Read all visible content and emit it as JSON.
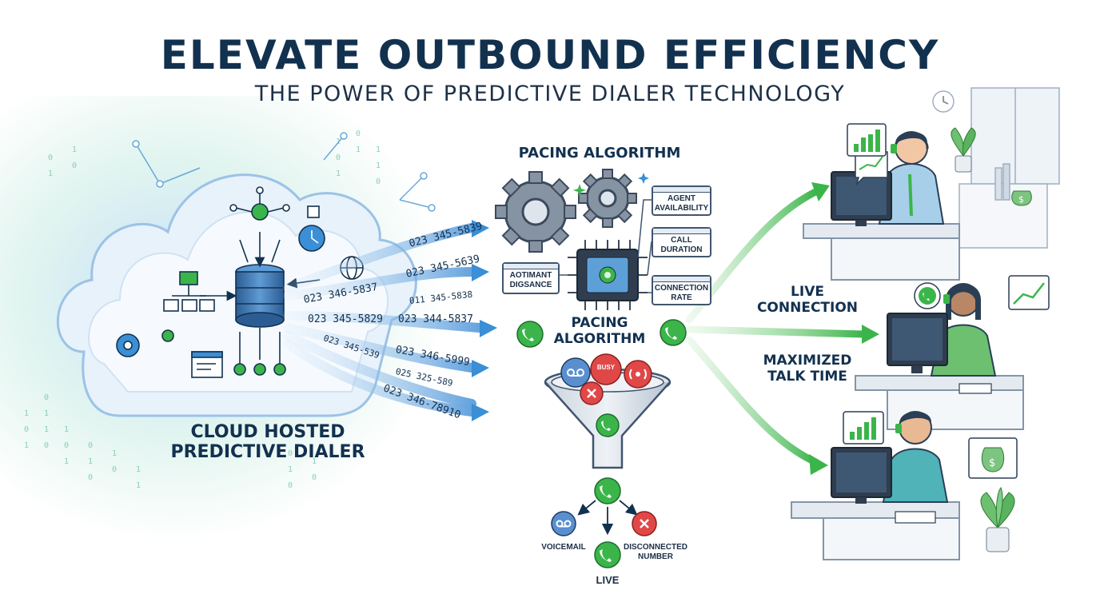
{
  "header": {
    "title": "ELEVATE OUTBOUND EFFICIENCY",
    "subtitle": "THE POWER OF PREDICTIVE DIALER TECHNOLOGY"
  },
  "cloud": {
    "label": "CLOUD HOSTED PREDICTIVE DIALER"
  },
  "phone_numbers": [
    "023 345-5839",
    "023 345-5639",
    "023 346-5837",
    "011 345-5838",
    "023 345-5829",
    "023 344-5837",
    "023 346-5999",
    "023 345-539",
    "025 325-589",
    "023 346-78910"
  ],
  "algorithm": {
    "top_label": "PACING ALGORITHM",
    "center_label": "PACING ALGORITHM",
    "factors": [
      "AGENT AVAILABILITY",
      "CALL DURATION",
      "CONNECTION RATE"
    ],
    "left_box": "AOTIMANT DIGSANCE",
    "funnel_badge": "BUSY"
  },
  "outcomes": {
    "voicemail": "VOICEMAIL",
    "disconnected": "DISCONNECTED NUMBER",
    "live": "LIVE"
  },
  "agents": {
    "live_connection": "LIVE CONNECTION",
    "maximized_talk_time": "MAXIMIZED TALK TIME"
  },
  "colors": {
    "navy": "#12314f",
    "accent_green": "#3bb54a",
    "accent_blue": "#3a8fd6",
    "gear_gray": "#6e7b8c",
    "danger_red": "#e04848"
  }
}
